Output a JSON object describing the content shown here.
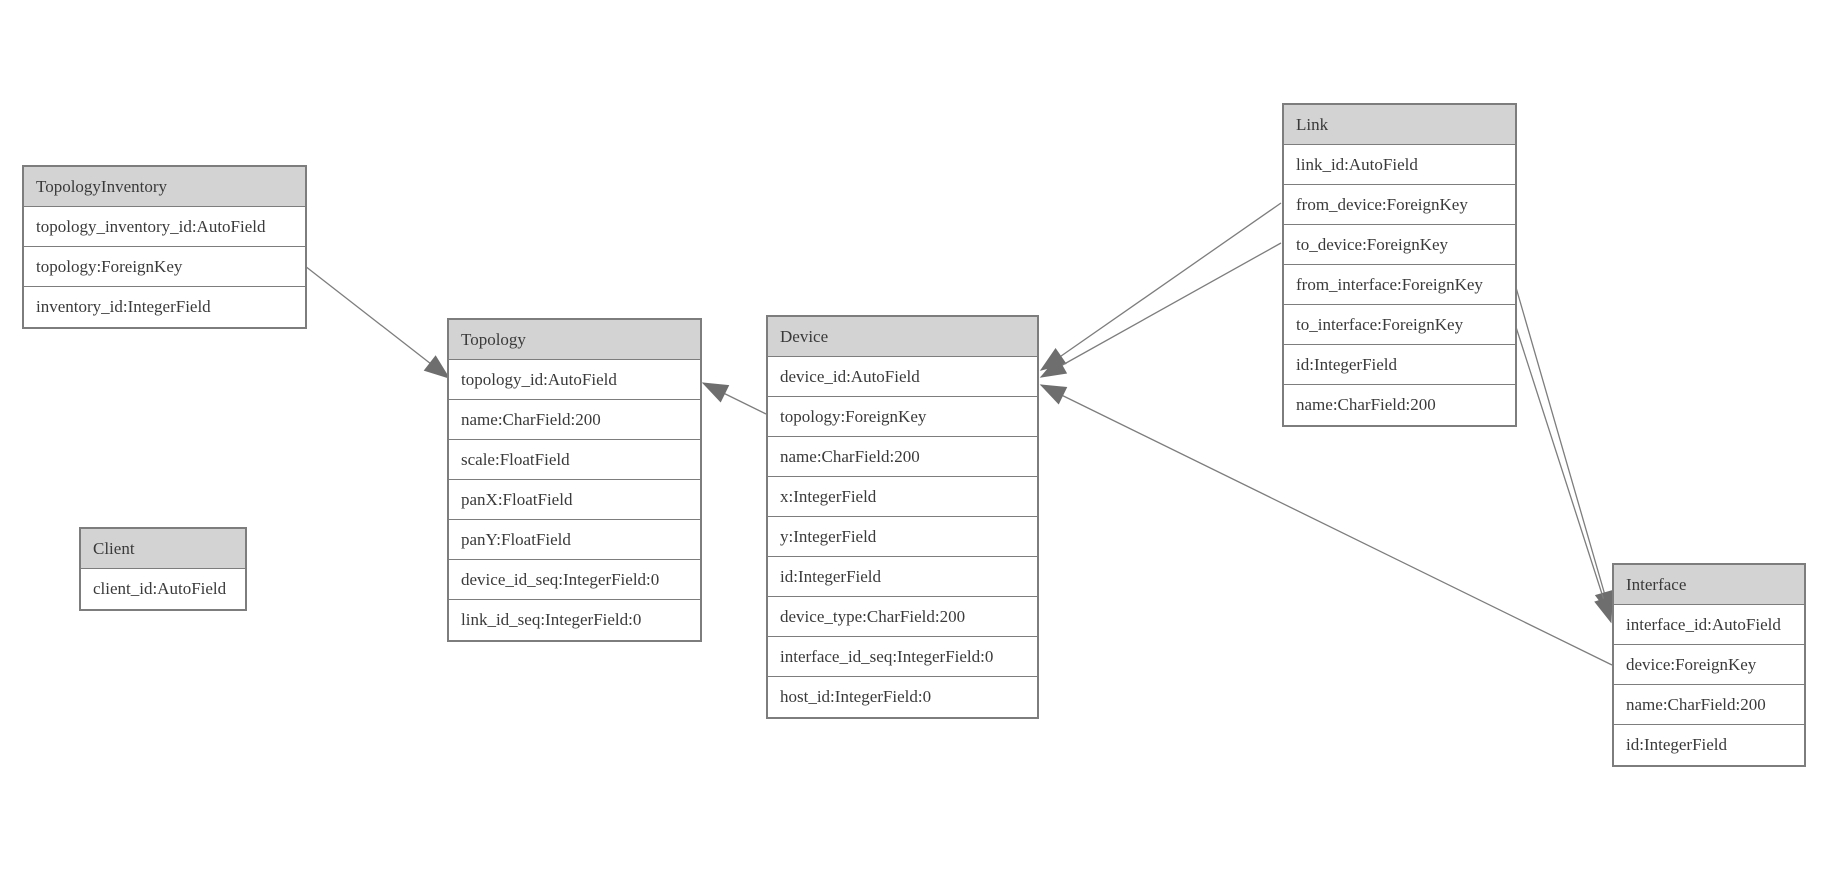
{
  "diagram": {
    "colors": {
      "background": "#ffffff",
      "node_border": "#7d7d7d",
      "header_fill": "#d3d3d3",
      "text": "#3a3a3a",
      "edge_line": "#7d7d7d",
      "arrowhead_fill": "#6e6e6e"
    },
    "entities": [
      {
        "name": "TopologyInventory",
        "fields": [
          "topology_inventory_id:AutoField",
          "topology:ForeignKey",
          "inventory_id:IntegerField"
        ]
      },
      {
        "name": "Topology",
        "fields": [
          "topology_id:AutoField",
          "name:CharField:200",
          "scale:FloatField",
          "panX:FloatField",
          "panY:FloatField",
          "device_id_seq:IntegerField:0",
          "link_id_seq:IntegerField:0"
        ]
      },
      {
        "name": "Client",
        "fields": [
          "client_id:AutoField"
        ]
      },
      {
        "name": "Device",
        "fields": [
          "device_id:AutoField",
          "topology:ForeignKey",
          "name:CharField:200",
          "x:IntegerField",
          "y:IntegerField",
          "id:IntegerField",
          "device_type:CharField:200",
          "interface_id_seq:IntegerField:0",
          "host_id:IntegerField:0"
        ]
      },
      {
        "name": "Link",
        "fields": [
          "link_id:AutoField",
          "from_device:ForeignKey",
          "to_device:ForeignKey",
          "from_interface:ForeignKey",
          "to_interface:ForeignKey",
          "id:IntegerField",
          "name:CharField:200"
        ]
      },
      {
        "name": "Interface",
        "fields": [
          "interface_id:AutoField",
          "device:ForeignKey",
          "name:CharField:200",
          "id:IntegerField"
        ]
      }
    ],
    "relationships": [
      {
        "from": "TopologyInventory.topology",
        "to": "Topology.topology_id"
      },
      {
        "from": "Device.topology",
        "to": "Topology.topology_id"
      },
      {
        "from": "Link.from_device",
        "to": "Device.device_id"
      },
      {
        "from": "Link.to_device",
        "to": "Device.device_id"
      },
      {
        "from": "Interface.device",
        "to": "Device.device_id"
      },
      {
        "from": "Link.from_interface",
        "to": "Interface.interface_id"
      },
      {
        "from": "Link.to_interface",
        "to": "Interface.interface_id"
      }
    ]
  }
}
